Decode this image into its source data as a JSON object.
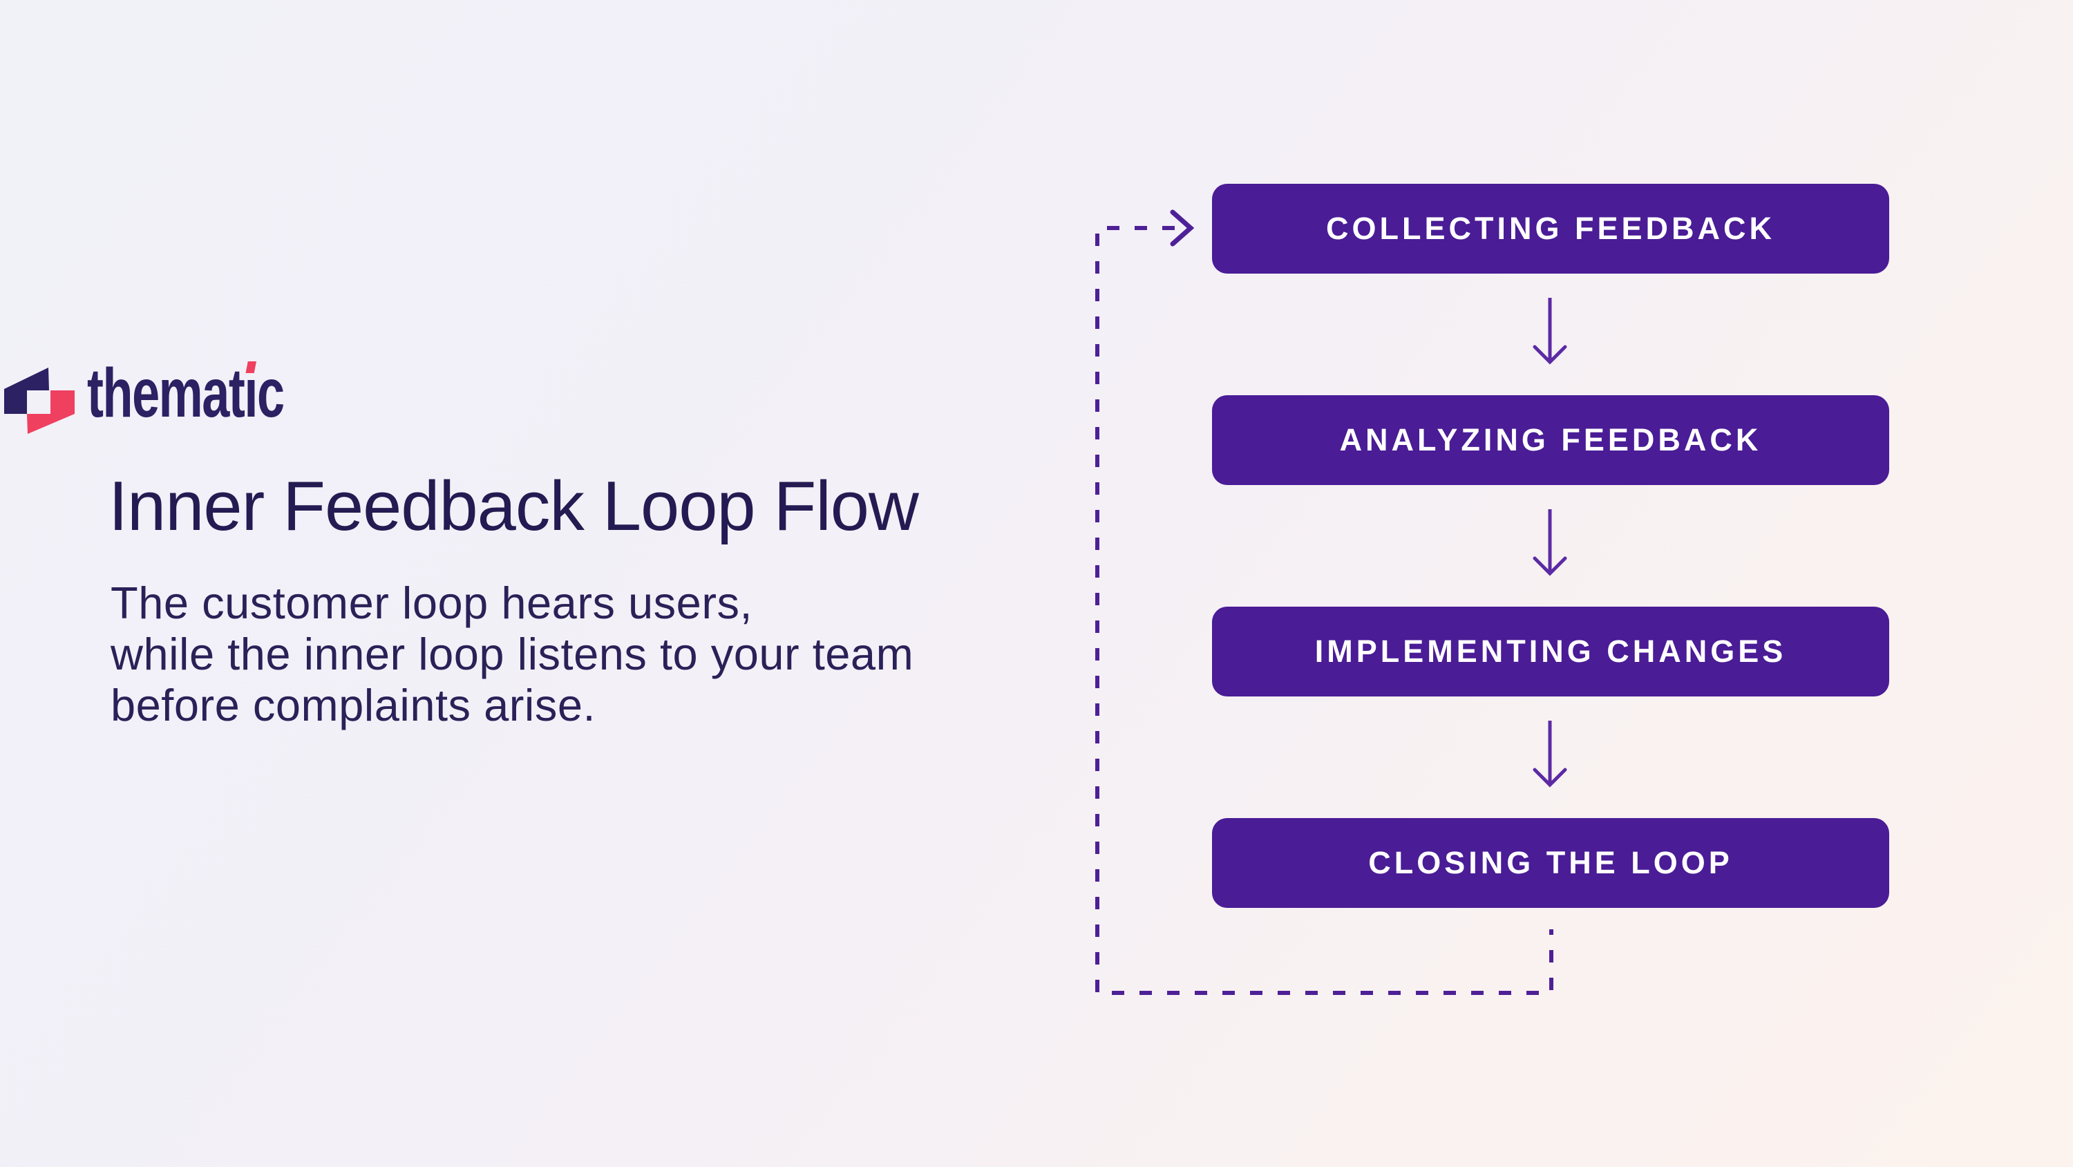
{
  "logo": {
    "name": "thematic",
    "wordmark": {
      "start": "themat",
      "dotless_i": "ı",
      "end": "c"
    },
    "navy": "#2b2163",
    "pink": "#ef4060"
  },
  "intro": {
    "title": "Inner Feedback Loop Flow",
    "description_lines": [
      "The customer loop hears users,",
      "while the inner loop listens to your team",
      "before complaints arise."
    ]
  },
  "flow": {
    "steps": [
      {
        "label": "COLLECTING FEEDBACK"
      },
      {
        "label": "ANALYZING FEEDBACK"
      },
      {
        "label": "IMPLEMENTING CHANGES"
      },
      {
        "label": "CLOSING THE LOOP"
      }
    ],
    "box_color": "#4a1c96",
    "arrow_color": "#5b2aa4",
    "loop_color": "#4e2097"
  }
}
